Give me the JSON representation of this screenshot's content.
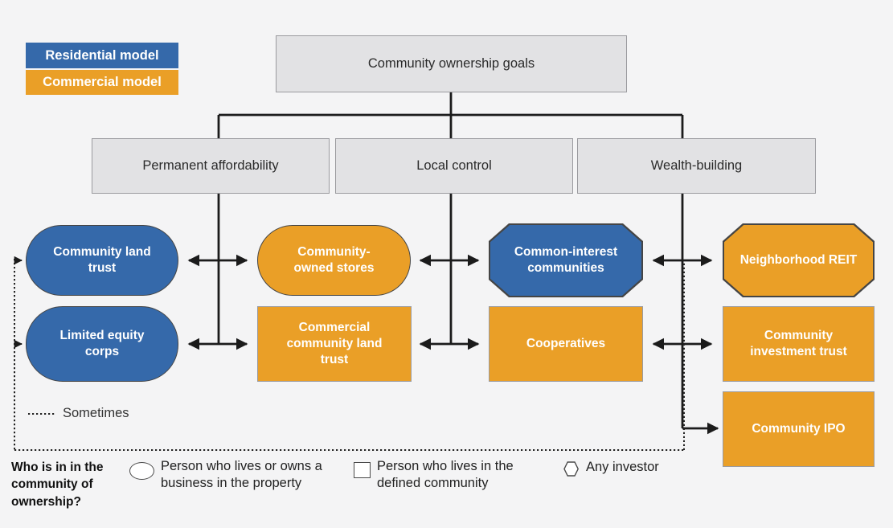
{
  "legend": {
    "residential_label": "Residential model",
    "commercial_label": "Commercial model"
  },
  "tree": {
    "root_label": "Community ownership goals",
    "goals": [
      {
        "label": "Permanent affordability"
      },
      {
        "label": "Local control"
      },
      {
        "label": "Wealth-building"
      }
    ]
  },
  "models": [
    {
      "label": "Community land trust",
      "model": "residential",
      "shape": "stadium"
    },
    {
      "label": "Limited equity corps",
      "model": "residential",
      "shape": "stadium"
    },
    {
      "label": "Community-owned stores",
      "model": "commercial",
      "shape": "stadium"
    },
    {
      "label": "Commercial community land trust",
      "model": "commercial",
      "shape": "rectangle"
    },
    {
      "label": "Common-interest communities",
      "model": "residential",
      "shape": "octagon"
    },
    {
      "label": "Cooperatives",
      "model": "commercial",
      "shape": "rectangle"
    },
    {
      "label": "Neighborhood REIT",
      "model": "commercial",
      "shape": "octagon"
    },
    {
      "label": "Community investment trust",
      "model": "commercial",
      "shape": "rectangle"
    },
    {
      "label": "Community IPO",
      "model": "commercial",
      "shape": "rectangle"
    }
  ],
  "sometimes": {
    "label": "Sometimes"
  },
  "footer": {
    "question": "Who is in in the community of ownership?",
    "items": [
      {
        "icon": "ellipse",
        "label": "Person who lives or owns a business in the property"
      },
      {
        "icon": "square",
        "label": "Person who lives in the defined community"
      },
      {
        "icon": "hexagon",
        "label": "Any investor"
      }
    ]
  },
  "colors": {
    "residential_blue": "#3569AA",
    "commercial_orange": "#EA9F27",
    "goal_box_gray": "#E2E2E4",
    "line_black": "#1B1B1B",
    "background": "#F4F4F5"
  }
}
